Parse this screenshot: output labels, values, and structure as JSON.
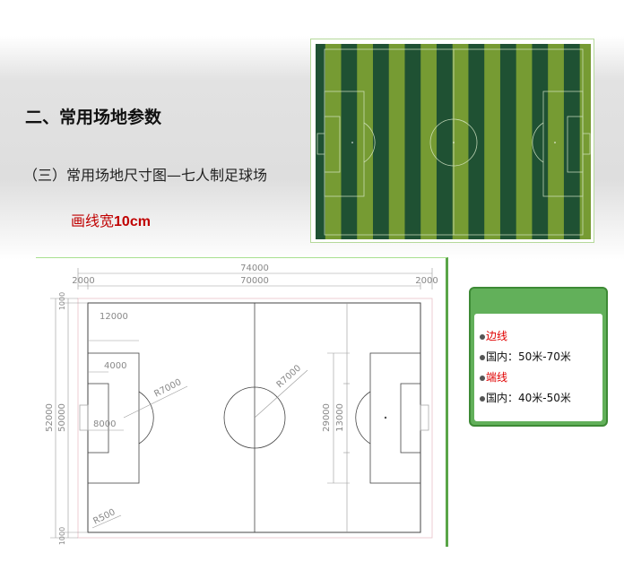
{
  "heading": "二、常用场地参数",
  "subheading": "（三）常用场地尺寸图—七人制足球场",
  "line_width_label": "画线宽",
  "line_width_value": "10cm",
  "dimensions": {
    "total_length": "74000",
    "field_length": "70000",
    "margin_left": "2000",
    "margin_right": "2000",
    "total_width": "52000",
    "field_width": "50000",
    "margin_top": "1000",
    "margin_bottom": "1000",
    "penalty_depth": "12000",
    "goal_area_depth": "4000",
    "penalty_spot": "8000",
    "arc_radius": "R7000",
    "center_radius": "R7000",
    "corner_radius": "R500",
    "penalty_width": "29000",
    "goal_area_width": "13000"
  },
  "info_box": {
    "items": [
      {
        "text": "边线",
        "highlight": true
      },
      {
        "text": "国内：50米-70米",
        "highlight": false
      },
      {
        "text": "端线",
        "highlight": true
      },
      {
        "text": "国内：40米-50米",
        "highlight": false
      }
    ]
  },
  "colors": {
    "dark_stripe": "#1f5133",
    "light_stripe": "#769b33",
    "accent_red": "#c00000",
    "box_green": "#62b05a"
  }
}
